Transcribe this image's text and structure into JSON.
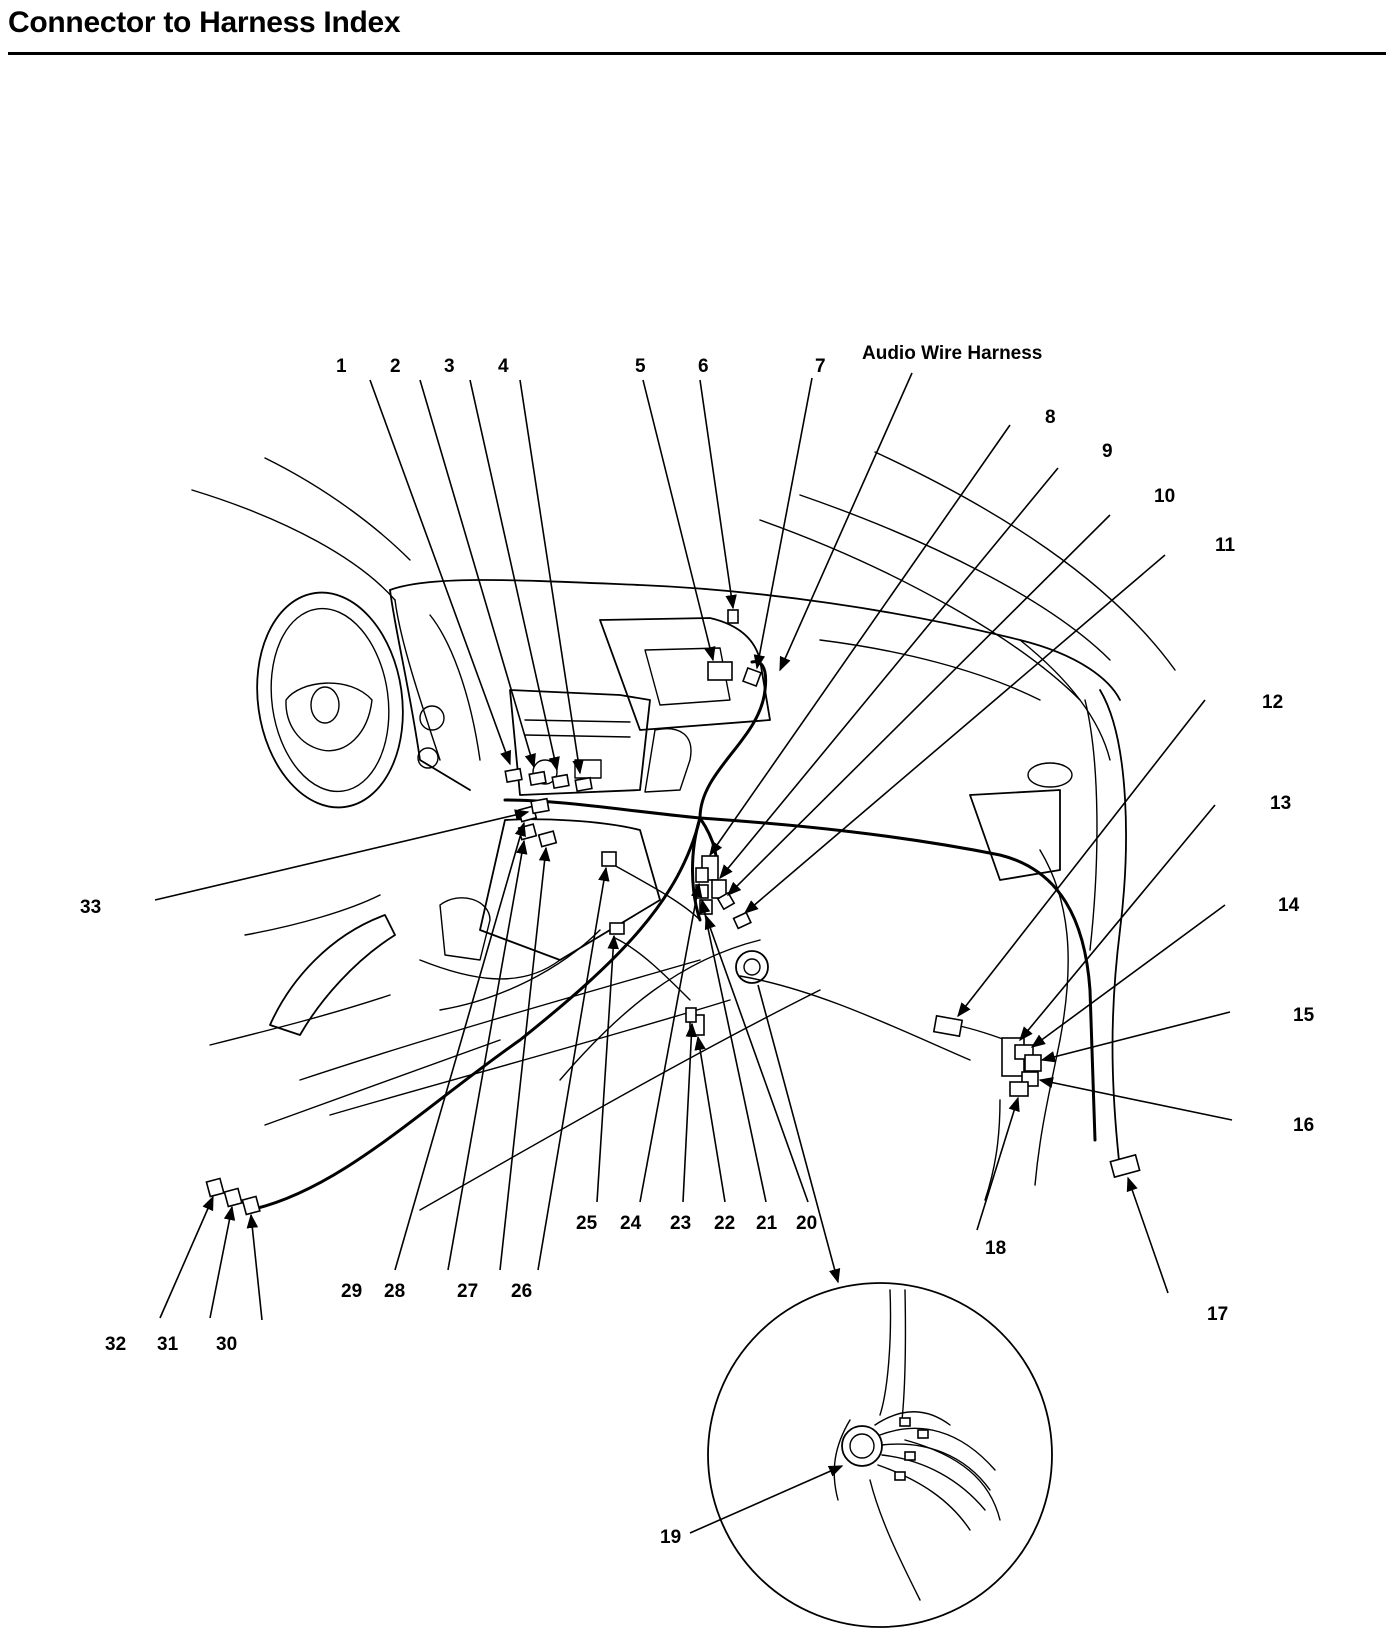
{
  "title": "Connector to Harness Index",
  "harness_label": "Audio Wire Harness",
  "callouts": [
    {
      "id": "c1",
      "label": "1"
    },
    {
      "id": "c2",
      "label": "2"
    },
    {
      "id": "c3",
      "label": "3"
    },
    {
      "id": "c4",
      "label": "4"
    },
    {
      "id": "c5",
      "label": "5"
    },
    {
      "id": "c6",
      "label": "6"
    },
    {
      "id": "c7",
      "label": "7"
    },
    {
      "id": "c8",
      "label": "8"
    },
    {
      "id": "c9",
      "label": "9"
    },
    {
      "id": "c10",
      "label": "10"
    },
    {
      "id": "c11",
      "label": "11"
    },
    {
      "id": "c12",
      "label": "12"
    },
    {
      "id": "c13",
      "label": "13"
    },
    {
      "id": "c14",
      "label": "14"
    },
    {
      "id": "c15",
      "label": "15"
    },
    {
      "id": "c16",
      "label": "16"
    },
    {
      "id": "c17",
      "label": "17"
    },
    {
      "id": "c18",
      "label": "18"
    },
    {
      "id": "c19",
      "label": "19"
    },
    {
      "id": "c20",
      "label": "20"
    },
    {
      "id": "c21",
      "label": "21"
    },
    {
      "id": "c22",
      "label": "22"
    },
    {
      "id": "c23",
      "label": "23"
    },
    {
      "id": "c24",
      "label": "24"
    },
    {
      "id": "c25",
      "label": "25"
    },
    {
      "id": "c26",
      "label": "26"
    },
    {
      "id": "c27",
      "label": "27"
    },
    {
      "id": "c28",
      "label": "28"
    },
    {
      "id": "c29",
      "label": "29"
    },
    {
      "id": "c30",
      "label": "30"
    },
    {
      "id": "c31",
      "label": "31"
    },
    {
      "id": "c32",
      "label": "32"
    },
    {
      "id": "c33",
      "label": "33"
    }
  ]
}
